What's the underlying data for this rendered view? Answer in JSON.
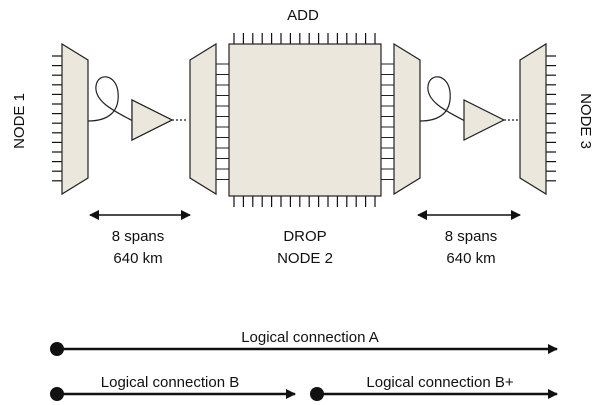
{
  "nodes": {
    "node1": "NODE 1",
    "node2": "NODE 2",
    "node3": "NODE 3",
    "add": "ADD",
    "drop": "DROP"
  },
  "links": {
    "left": {
      "spans": "8 spans",
      "distance": "640 km"
    },
    "right": {
      "spans": "8 spans",
      "distance": "640 km"
    }
  },
  "connections": {
    "a": "Logical connection A",
    "b": "Logical connection B",
    "b_plus": "Logical connection B+"
  },
  "colors": {
    "fill": "#ece7dd",
    "stroke": "#222222"
  }
}
